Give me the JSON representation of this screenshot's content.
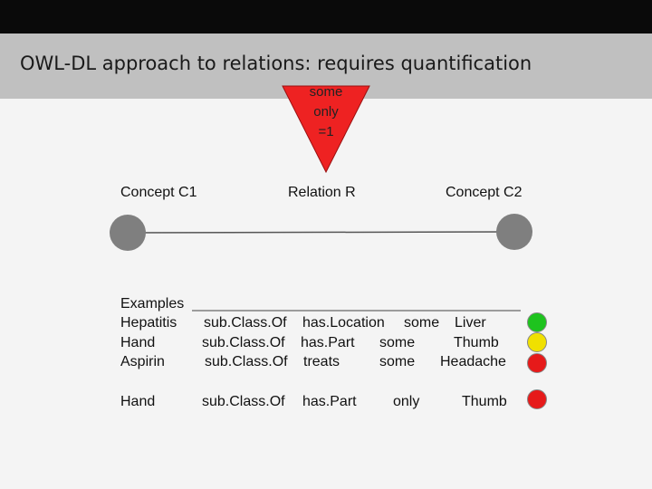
{
  "title": "OWL-DL approach to relations: requires quantification",
  "quantifiers": [
    "some",
    "only",
    "=1"
  ],
  "labels": {
    "concept_c1": "Concept C1",
    "relation_r": "Relation R",
    "concept_c2": "Concept C2"
  },
  "examples_header": "Examples",
  "examples": [
    {
      "subject": "Hepatitis",
      "relation": "sub.Class.Of",
      "property": "has.Location",
      "quantifier": "some",
      "object": "Liver",
      "status_color": "#1ec31e"
    },
    {
      "subject": "Hand",
      "relation": "sub.Class.Of",
      "property": "has.Part",
      "quantifier": "some",
      "object": "Thumb",
      "status_color": "#f0e000"
    },
    {
      "subject": "Aspirin",
      "relation": "sub.Class.Of",
      "property": "treats",
      "quantifier": "some",
      "object": "Headache",
      "status_color": "#e61a1a"
    },
    {
      "subject": "Hand",
      "relation": "sub.Class.Of",
      "property": "has.Part",
      "quantifier": "only",
      "object": "Thumb",
      "status_color": "#e61a1a"
    }
  ],
  "colors": {
    "triangle_fill": "#ee2222",
    "concept_circle": "#7f7f7f",
    "topbar": "#0a0a0a",
    "titlebar": "#c0c0c0"
  }
}
